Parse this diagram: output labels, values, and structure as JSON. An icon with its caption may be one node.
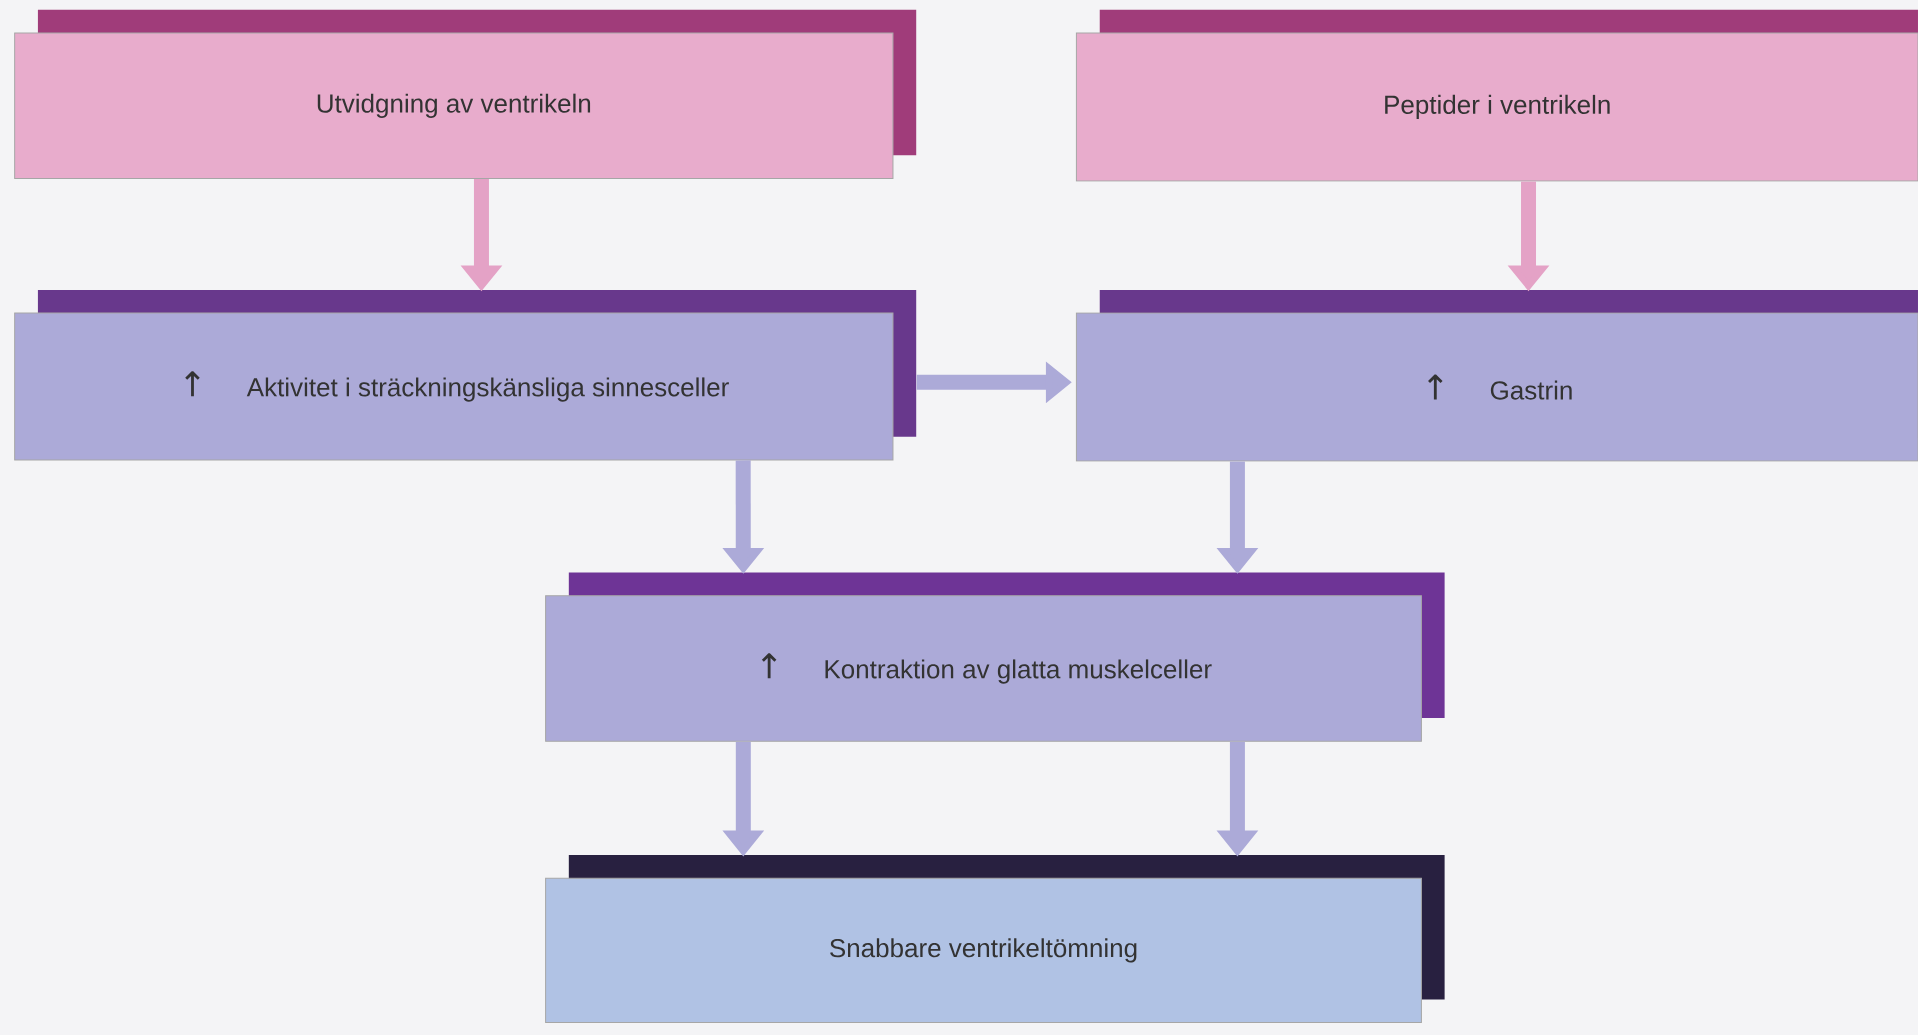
{
  "diagram": {
    "nodes": [
      {
        "text": [
          "Utvidgning av ventrikeln"
        ]
      },
      {
        "text": [
          "Peptider i ventrikeln"
        ]
      },
      {
        "text": [
          "↑",
          "Aktivitet i sträckningskänsliga sinnesceller"
        ]
      },
      {
        "text": [
          "↑",
          "Gastrin"
        ]
      },
      {
        "text": [
          "↑",
          "Kontraktion av glatta muskelceller"
        ]
      },
      {
        "text": [
          "Snabbare ventrikeltömning"
        ]
      }
    ],
    "edges": [
      {
        "from": 0,
        "to": 2,
        "arrow": "to",
        "color": "#e4a2c6"
      },
      {
        "from": 1,
        "to": 3,
        "arrow": "to",
        "color": "#e4a2c6"
      },
      {
        "from": 2,
        "to": 3,
        "arrow": "to"
      },
      {
        "from": 2,
        "to": 4,
        "arrow": "to"
      },
      {
        "from": 3,
        "to": 4,
        "arrow": "to"
      },
      {
        "from": 4,
        "to": 5,
        "arrow": "to"
      },
      {
        "from": 4,
        "to": 5,
        "arrow": "to"
      }
    ]
  }
}
